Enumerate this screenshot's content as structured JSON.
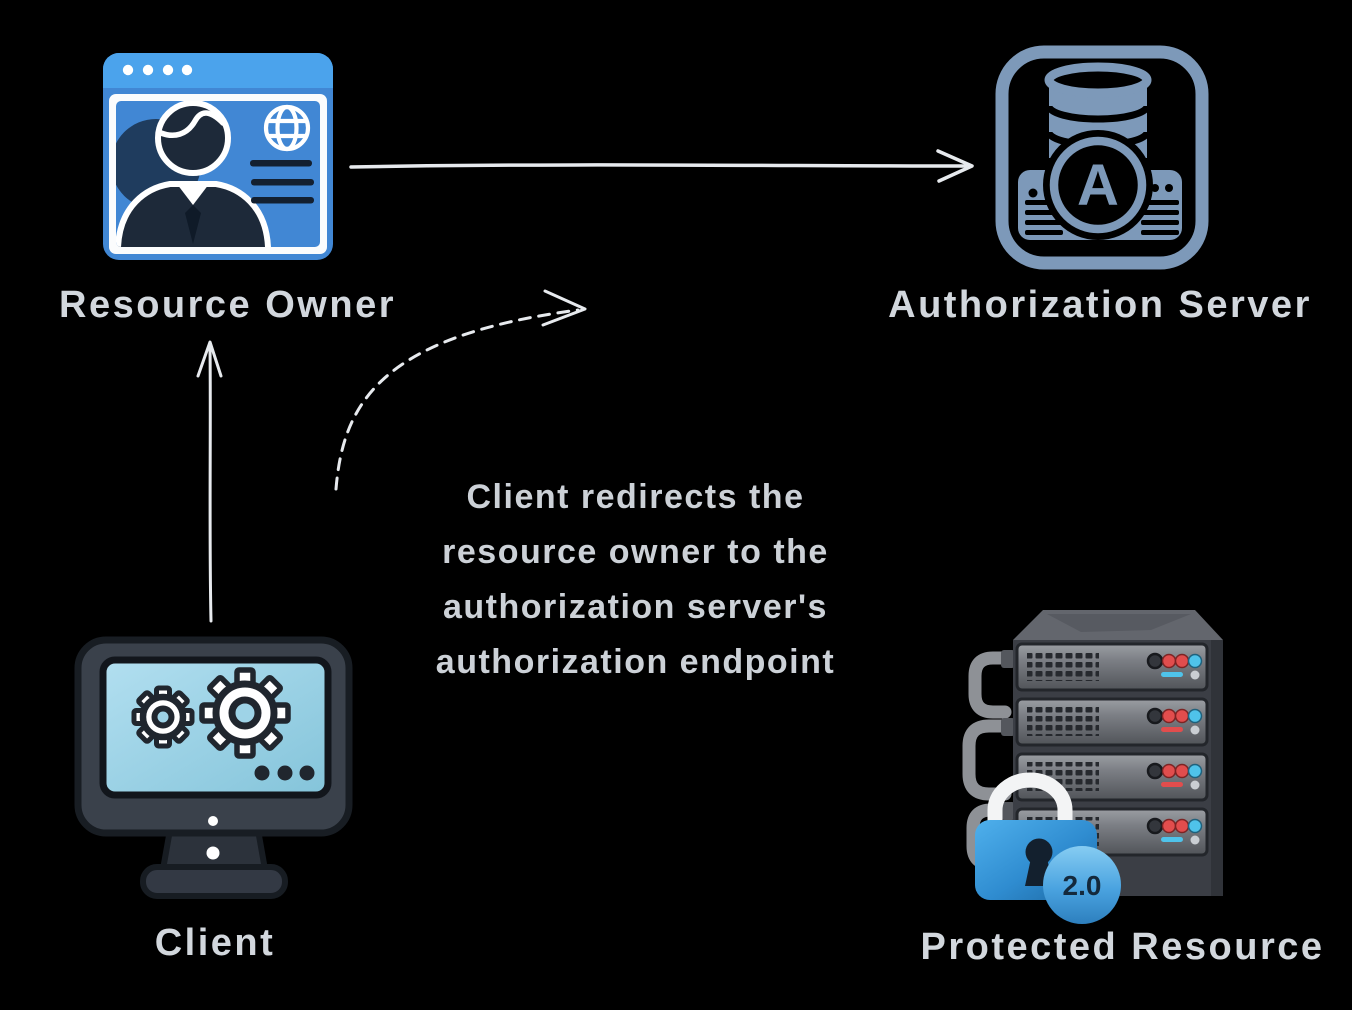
{
  "diagram": {
    "background": "#000000",
    "nodes": {
      "resource_owner": {
        "label": "Resource Owner"
      },
      "authorization_server": {
        "label": "Authorization Server",
        "monogram": "A"
      },
      "client": {
        "label": "Client"
      },
      "protected_resource": {
        "label": "Protected Resource",
        "badge": "2.0"
      }
    },
    "annotation": {
      "line1": "Client redirects the",
      "line2": "resource owner to the",
      "line3": "authorization server's",
      "line4": "authorization endpoint"
    },
    "colors": {
      "label_text": "#d2d7dd",
      "arrow": "#e7eaee",
      "browser_header_blue": "#4ba3ec",
      "browser_body_blue": "#4187d4",
      "silhouette_navy": "#1d2939",
      "auth_server_steel_blue": "#7d99b9",
      "client_screen_blue": "#9ed3e7",
      "client_bezel_gray": "#3a414b",
      "rack_gray": "#63666d",
      "led_red": "#e14d4d",
      "led_blue": "#4fc3ea",
      "lock_blue": "#2f8cd0",
      "badge_blue": "#4aa3e0"
    }
  }
}
